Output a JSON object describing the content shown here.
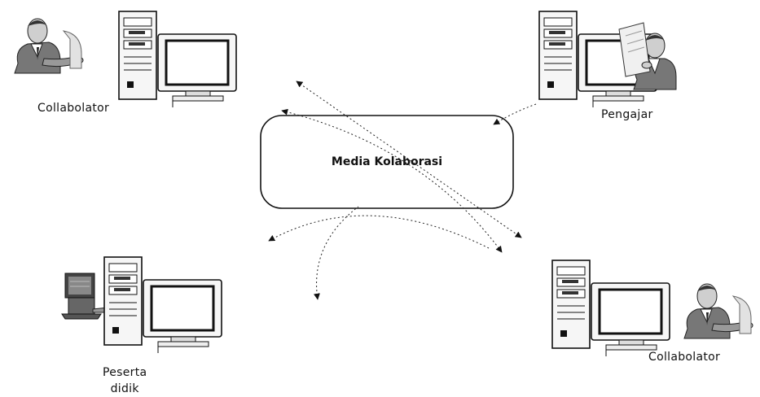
{
  "diagram": {
    "center_node": {
      "label": "Media Kolaborasi"
    },
    "nodes": [
      {
        "id": "collab-top",
        "label": "Collabolator"
      },
      {
        "id": "pengajar",
        "label": "Pengajar"
      },
      {
        "id": "peserta",
        "label": "Peserta\ndidik"
      },
      {
        "id": "collab-bottom",
        "label": "Collabolator"
      }
    ]
  },
  "icons": {
    "man": "businessman-icon",
    "computer": "desktop-computer-icon",
    "reader": "man-reading-icon",
    "woman": "woman-at-computer-icon"
  }
}
